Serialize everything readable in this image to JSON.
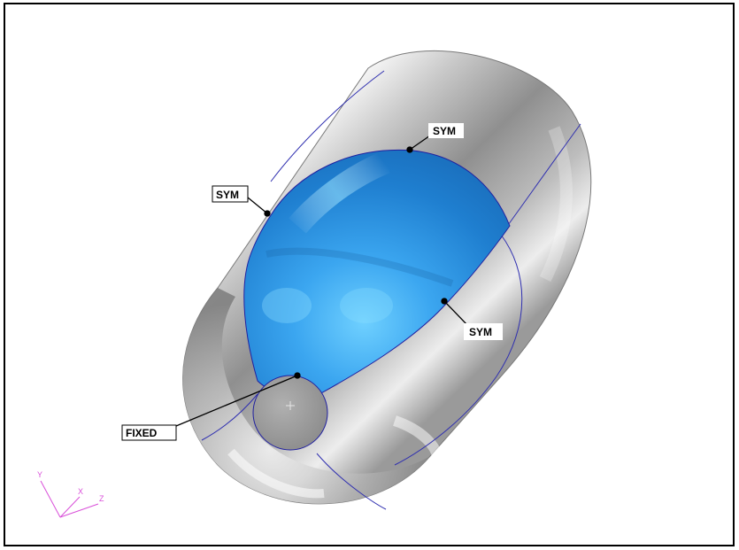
{
  "viewport": {
    "labels": {
      "sym_top": "SYM",
      "sym_left": "SYM",
      "sym_right": "SYM",
      "fixed": "FIXED"
    },
    "triad": {
      "y": "Y",
      "x": "X",
      "z": "Z"
    },
    "colors": {
      "frame": "#000000",
      "body_gray": "#a8a8a8",
      "selected_face": "#2e8fdf",
      "edge_lines": "#3030b0",
      "leader": "#000000",
      "triad": "#d94fd9"
    },
    "icons": [
      "coordinate-triad-icon"
    ]
  }
}
